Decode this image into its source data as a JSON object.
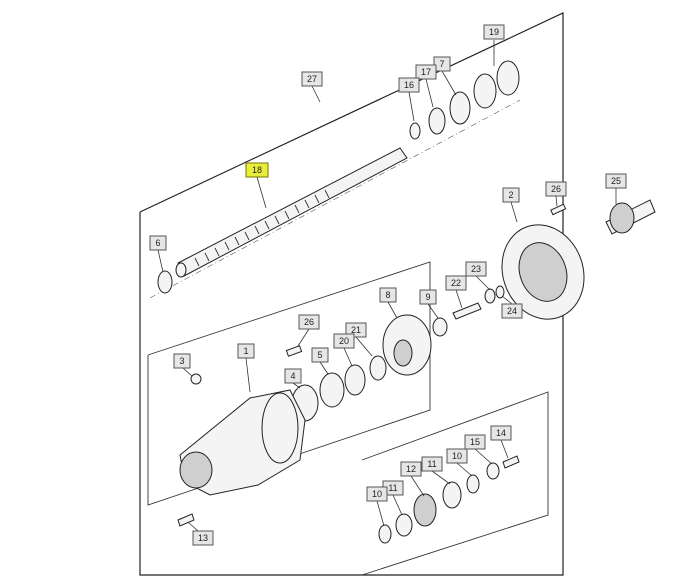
{
  "callouts": [
    {
      "id": "c-19",
      "label": "19"
    },
    {
      "id": "c-27",
      "label": "27"
    },
    {
      "id": "c-7",
      "label": "7"
    },
    {
      "id": "c-17",
      "label": "17"
    },
    {
      "id": "c-16",
      "label": "16"
    },
    {
      "id": "c-18",
      "label": "18",
      "highlight": true
    },
    {
      "id": "c-6",
      "label": "6"
    },
    {
      "id": "c-2",
      "label": "2"
    },
    {
      "id": "c-26a",
      "label": "26"
    },
    {
      "id": "c-25",
      "label": "25"
    },
    {
      "id": "c-23",
      "label": "23"
    },
    {
      "id": "c-22",
      "label": "22"
    },
    {
      "id": "c-24",
      "label": "24"
    },
    {
      "id": "c-8",
      "label": "8"
    },
    {
      "id": "c-9",
      "label": "9"
    },
    {
      "id": "c-26b",
      "label": "26"
    },
    {
      "id": "c-21",
      "label": "21"
    },
    {
      "id": "c-20",
      "label": "20"
    },
    {
      "id": "c-5",
      "label": "5"
    },
    {
      "id": "c-1",
      "label": "1"
    },
    {
      "id": "c-3",
      "label": "3"
    },
    {
      "id": "c-4",
      "label": "4"
    },
    {
      "id": "c-14",
      "label": "14"
    },
    {
      "id": "c-15",
      "label": "15"
    },
    {
      "id": "c-10a",
      "label": "10"
    },
    {
      "id": "c-11a",
      "label": "11"
    },
    {
      "id": "c-12",
      "label": "12"
    },
    {
      "id": "c-11b",
      "label": "11"
    },
    {
      "id": "c-10b",
      "label": "10"
    },
    {
      "id": "c-13",
      "label": "13"
    }
  ],
  "colors": {
    "highlight": "#e9ee3a",
    "callout_fill": "#e6e6e6",
    "line": "#222222"
  }
}
